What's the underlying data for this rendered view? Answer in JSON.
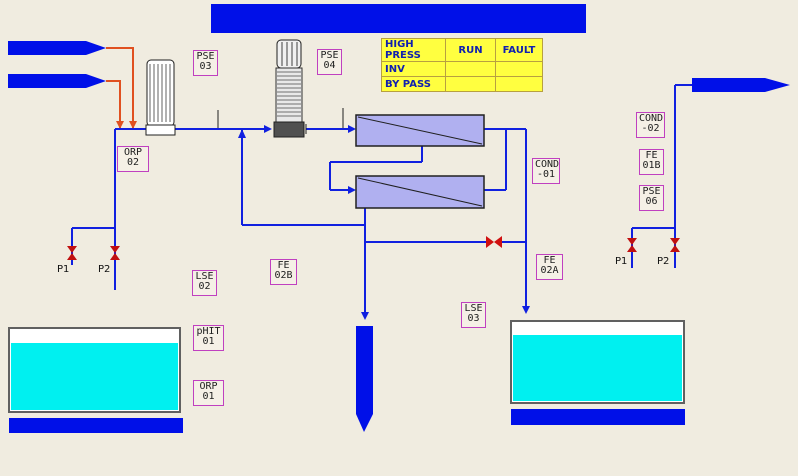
{
  "status_table": {
    "headers": [
      "HIGH PRESS",
      "RUN",
      "FAULT"
    ],
    "rows": [
      [
        "INV",
        "",
        ""
      ],
      [
        "BY PASS",
        "",
        ""
      ]
    ]
  },
  "tags": {
    "pse03": "PSE\n03",
    "pse04": "PSE\n04",
    "orp02": "ORP\n02",
    "cond01": "COND\n-01",
    "cond02": "COND\n-02",
    "fe01b": "FE\n01B",
    "pse06": "PSE\n06",
    "fe02b": "FE\n02B",
    "lse02": "LSE\n02",
    "fe02a": "FE\n02A",
    "lse03": "LSE\n03",
    "phit01": "pHIT\n01",
    "orp01": "ORP\n01"
  },
  "valves": {
    "left_p1": "P1",
    "left_p2": "P2",
    "right_p1": "P1",
    "right_p2": "P2"
  },
  "colors": {
    "pipe": "#1020e0",
    "feed_pipe": "#e05020",
    "banner": "#0010e8",
    "water": "#00f0f0",
    "membrane": "#b0b0f0",
    "valve_red": "#d01010",
    "tag_border": "#c040c0"
  }
}
